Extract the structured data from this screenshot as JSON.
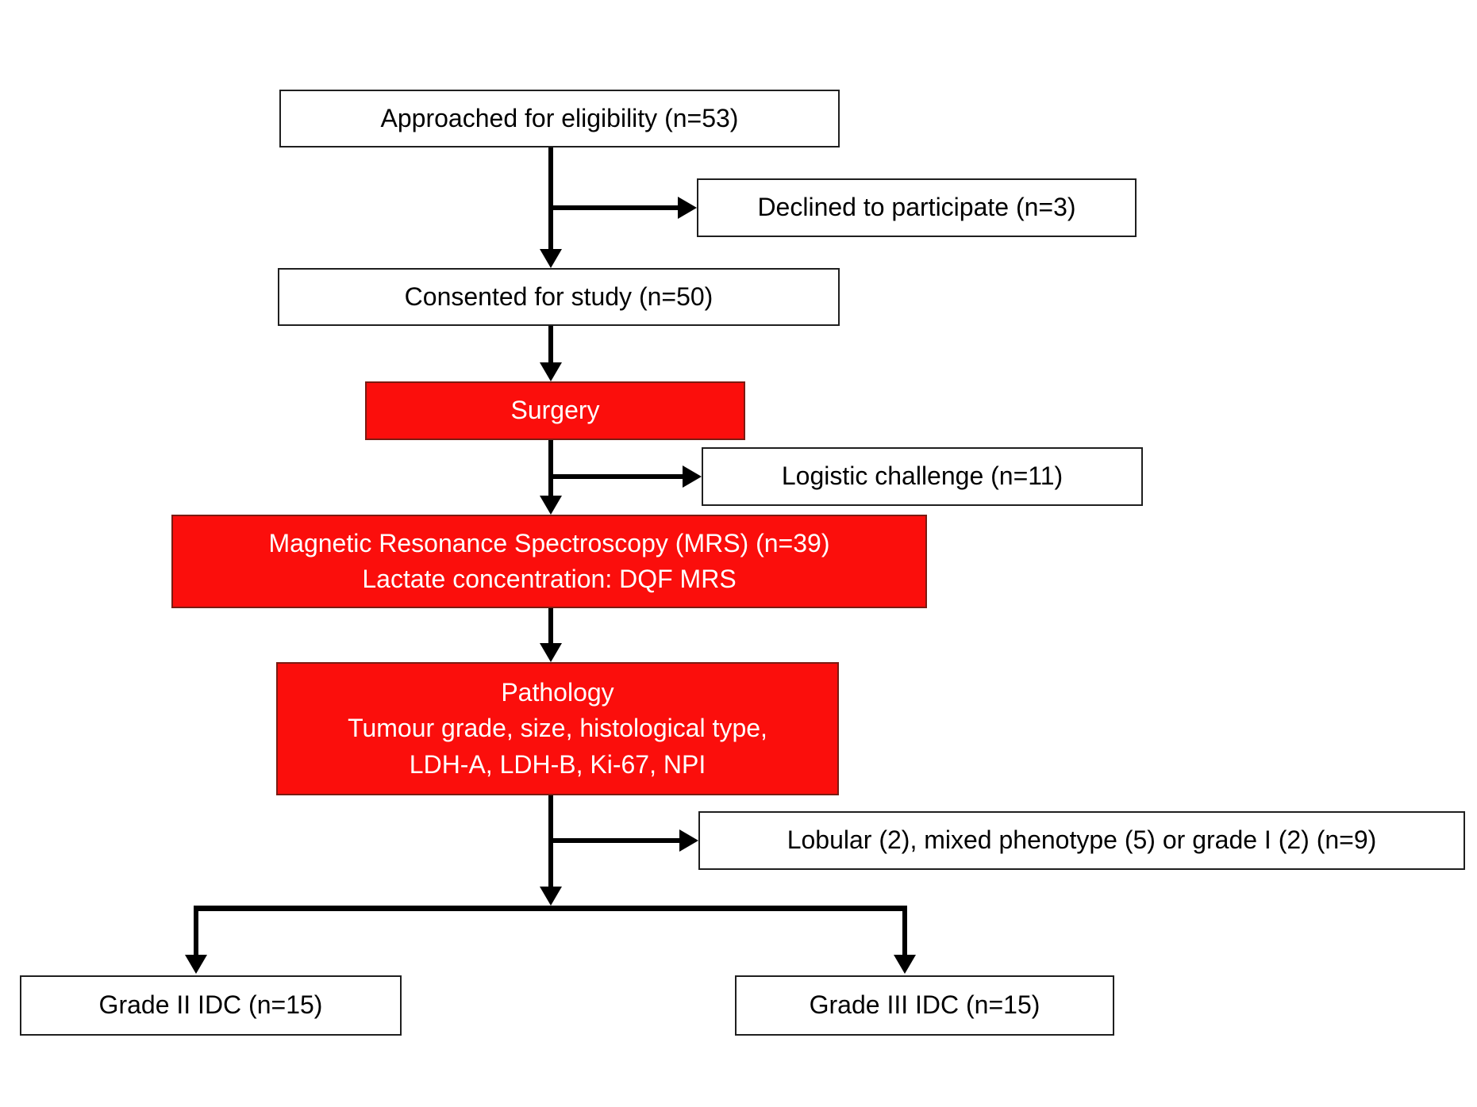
{
  "diagram": {
    "type": "flowchart",
    "description": "Patient recruitment flow diagram",
    "colors": {
      "background": "#ffffff",
      "highlight_fill": "#fb0e0c",
      "highlight_border": "#7a1b12",
      "plain_fill": "#ffffff",
      "plain_border": "#1f1f1f",
      "connector": "#000000",
      "text_on_plain": "#000000",
      "text_on_highlight": "#ffffff"
    },
    "nodes": {
      "approached": {
        "label": "Approached for eligibility (n=53)",
        "style": "plain"
      },
      "declined": {
        "label": "Declined to participate (n=3)",
        "style": "plain"
      },
      "consented": {
        "label": "Consented for study (n=50)",
        "style": "plain"
      },
      "surgery": {
        "label": "Surgery",
        "style": "highlight"
      },
      "logistic": {
        "label": "Logistic challenge (n=11)",
        "style": "plain"
      },
      "mrs": {
        "line1": "Magnetic Resonance Spectroscopy (MRS) (n=39)",
        "line2": "Lactate concentration: DQF MRS",
        "style": "highlight"
      },
      "pathology": {
        "line1": "Pathology",
        "line2": "Tumour grade, size, histological type,",
        "line3": "LDH-A, LDH-B, Ki-67, NPI",
        "style": "highlight"
      },
      "excluded_pathology": {
        "label": "Lobular (2), mixed phenotype (5) or grade I (2) (n=9)",
        "style": "plain"
      },
      "grade2": {
        "label": "Grade II IDC (n=15)",
        "style": "plain"
      },
      "grade3": {
        "label": "Grade III IDC (n=15)",
        "style": "plain"
      }
    }
  }
}
